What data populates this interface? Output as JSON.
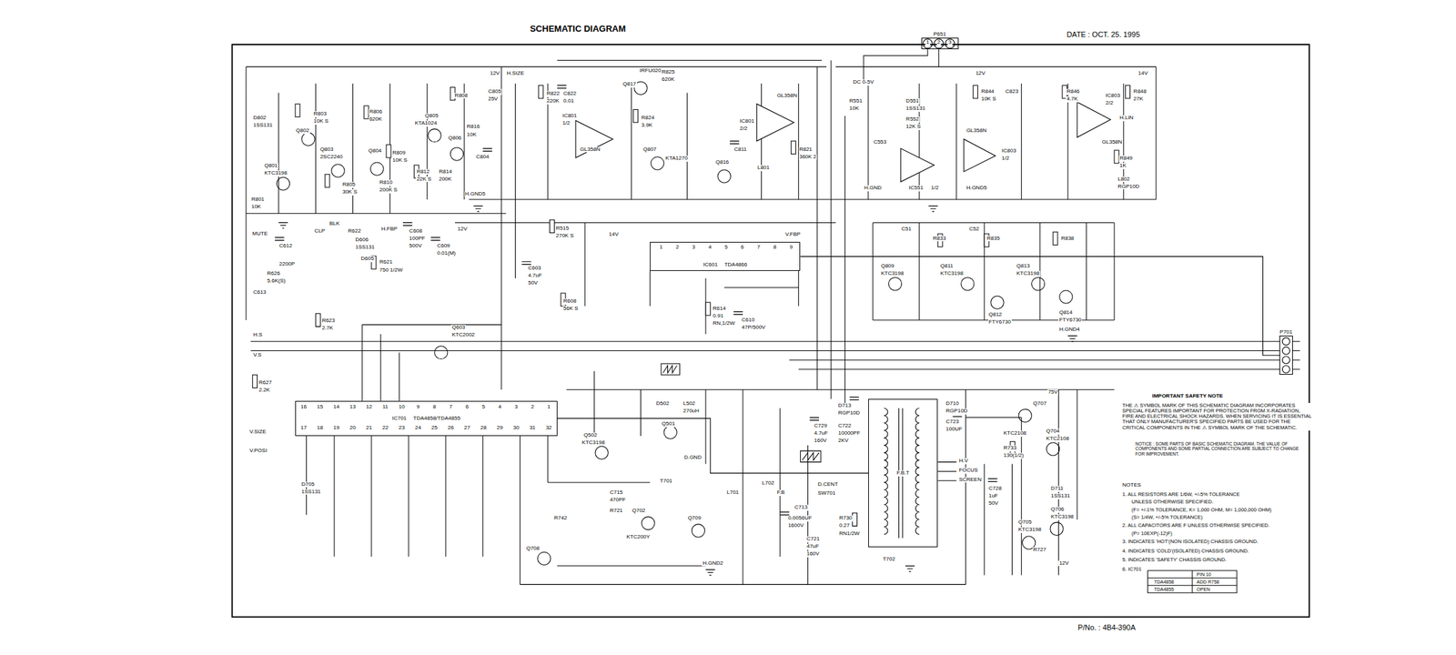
{
  "diagram": {
    "title": "SCHEMATIC DIAGRAM",
    "nodes": [
      {
        "text": [
          "IC701",
          "TDA4858/TDA4855"
        ]
      },
      {
        "text": [
          "IC601",
          "TDA4866"
        ]
      },
      {
        "text": [
          "F.B.T"
        ]
      },
      {
        "text": [
          "P701"
        ]
      },
      {
        "text": [
          "P651"
        ]
      }
    ],
    "edges": [
      {
        "from": 0,
        "to": 2,
        "arrow": "none"
      },
      {
        "from": 1,
        "to": 3,
        "arrow": "none"
      }
    ],
    "labels": [
      "16",
      "15",
      "14",
      "13",
      "12",
      "11",
      "10",
      "9",
      "8",
      "7",
      "6",
      "5",
      "4",
      "3",
      "2",
      "1",
      "17",
      "18",
      "19",
      "20",
      "21",
      "22",
      "23",
      "24",
      "25",
      "26",
      "27",
      "28",
      "29",
      "30",
      "31",
      "32",
      "1",
      "2",
      "3",
      "4",
      "5",
      "6",
      "7",
      "8",
      "9",
      "1",
      "2",
      "3",
      "DATE : OCT. 25. 1995",
      "P/No. : 4B4-390A",
      "D802",
      "1SS131",
      "Q801",
      "KTC3198",
      "R801",
      "10K",
      "MUTE",
      "R803",
      "10K S",
      "Q802",
      "Q803",
      "2SC2240",
      "R805",
      "30K S",
      "Q804",
      "R806",
      "620K",
      "R809",
      "10K S",
      "R810",
      "200K S",
      "Q805",
      "KTA1024",
      "Q806",
      "R812",
      "22K S",
      "R814",
      "200K",
      "R808",
      "C805",
      "25V",
      "R816",
      "10K",
      "C804",
      "H.GND5",
      "12V",
      "H.SIZE",
      "Q817",
      "IRFU020",
      "R825",
      "620K",
      "IC801",
      "1/2",
      "GL358N",
      "R822",
      "220K",
      "C822",
      "0.01",
      "R824",
      "3.9K",
      "Q807",
      "KTA1270",
      "Q816",
      "C811",
      "L801",
      "IC801",
      "2/2",
      "GL358N",
      "R821",
      "360K 2",
      "R515",
      "270K S",
      "C603",
      "4.7uF",
      "50V",
      "R608",
      "56K S",
      "R614",
      "0.91",
      "RN,1/2W",
      "C610",
      "47P/500V",
      "12V",
      "14V",
      "V.FBP",
      "C612",
      "2200P",
      "R626",
      "5.6K(S)",
      "C613",
      "R621",
      "750 1/2W",
      "C608",
      "100PF",
      "500V",
      "C609",
      "0.01(M)",
      "D606",
      "1SS131",
      "D605",
      "R622",
      "CLP",
      "BLK",
      "H.FBP",
      "R623",
      "2.7K",
      "H.S",
      "V.S",
      "R627",
      "2.2K",
      "V.SIZE",
      "V.POSI",
      "D705",
      "1SS131",
      "Q603",
      "KTC2002",
      "Q502",
      "KTC3198",
      "Q501",
      "D502",
      "L502",
      "270uH",
      "D.GND",
      "Q702",
      "KTC200Y",
      "T701",
      "C715",
      "470PF",
      "R721",
      "Q708",
      "R742",
      "Q709",
      "H.GND2",
      "L701",
      "L702",
      "F.B",
      "C713",
      "0.0056UF",
      "1600V",
      "D.CENT",
      "SW701",
      "R730",
      "0.27",
      "RN1/2W",
      "C721",
      "47uF",
      "160V",
      "T702",
      "C729",
      "4.7uF",
      "160V",
      "D713",
      "RGP10D",
      "C722",
      "10000PF",
      "2KV",
      "D710",
      "RGP10D",
      "C723",
      "100UF",
      "75V",
      "Q707",
      "KTC2108",
      "R733",
      "130(1/2)",
      "Q704",
      "KTC2108",
      "H.V",
      "FOCUS",
      "SCREEN",
      "D711",
      "1SS131",
      "Q706",
      "KTC3198",
      "Q705",
      "KTC3198",
      "C728",
      "1uF",
      "50V",
      "R727",
      "12V",
      "DC 0-5V",
      "R551",
      "10K",
      "D551",
      "1SS131",
      "R552",
      "12K S",
      "IC551",
      "1/2",
      "C553",
      "H.GND",
      "12V",
      "R844",
      "10K S",
      "IC803",
      "1/2",
      "GL358N",
      "C823",
      "H.GND5",
      "IC803",
      "2/2",
      "GL358N",
      "R846",
      "4.7K",
      "R848",
      "27K",
      "14V",
      "R849",
      "1K",
      "H.LIN",
      "L802",
      "RGP10D",
      "C51",
      "C52",
      "Q809",
      "KTC3198",
      "Q811",
      "KTC3198",
      "Q812",
      "FTY6730",
      "Q813",
      "KTC3198",
      "Q814",
      "FTY6730",
      "R833",
      "R835",
      "R838",
      "H.GND4",
      "IMPORTANT SAFETY NOTE",
      "THE ⚠ SYMBOL MARK OF THIS SCHEMATIC DIAGRAM INCORPORATES SPECIAL FEATURES IMPORTANT FOR PROTECTION FROM X-RADIATION, FIRE AND ELECTRICAL SHOCK HAZARDS. WHEN SERVICING IT IS ESSENTIAL THAT ONLY MANUFACTURER'S SPECIFIED PARTS BE USED FOR THE CRITICAL COMPONENTS IN THE ⚠ SYMBOL MARK OF THE SCHEMATIC.",
      "NOTICE : SOME PARTS OF BASIC SCHEMATIC DIAGRAM. THE VALUE OF COMPONENTS AND SOME PARTIAL CONNECTION ARE SUBJECT TO CHANGE FOR IMPROVEMENT.",
      "NOTES",
      "1. ALL RESISTORS ARE 1/6W, +/-5% TOLERANCE",
      "UNLESS OTHERWISE SPECIFIED.",
      "(F= +/-1% TOLERANCE, K= 1,000 OHM, M= 1,000,000 OHM)",
      "(S= 1/4W, +/-5% TOLERANCE)",
      "2. ALL CAPACITORS ARE F UNLESS OTHERWISE SPECIFIED.",
      "(P= 10EXP(-12)F)",
      "3. INDICATES 'HOT'(NON ISOLATED) CHASSIS GROUND.",
      "4. INDICATES 'COLD'(ISOLATED) CHASSIS GROUND.",
      "5. INDICATES 'SAFETY' CHASSIS GROUND.",
      "6. IC701",
      "PIN 10",
      "TDA4858",
      "ADD R758",
      "TDA4855",
      "OPEN"
    ]
  }
}
